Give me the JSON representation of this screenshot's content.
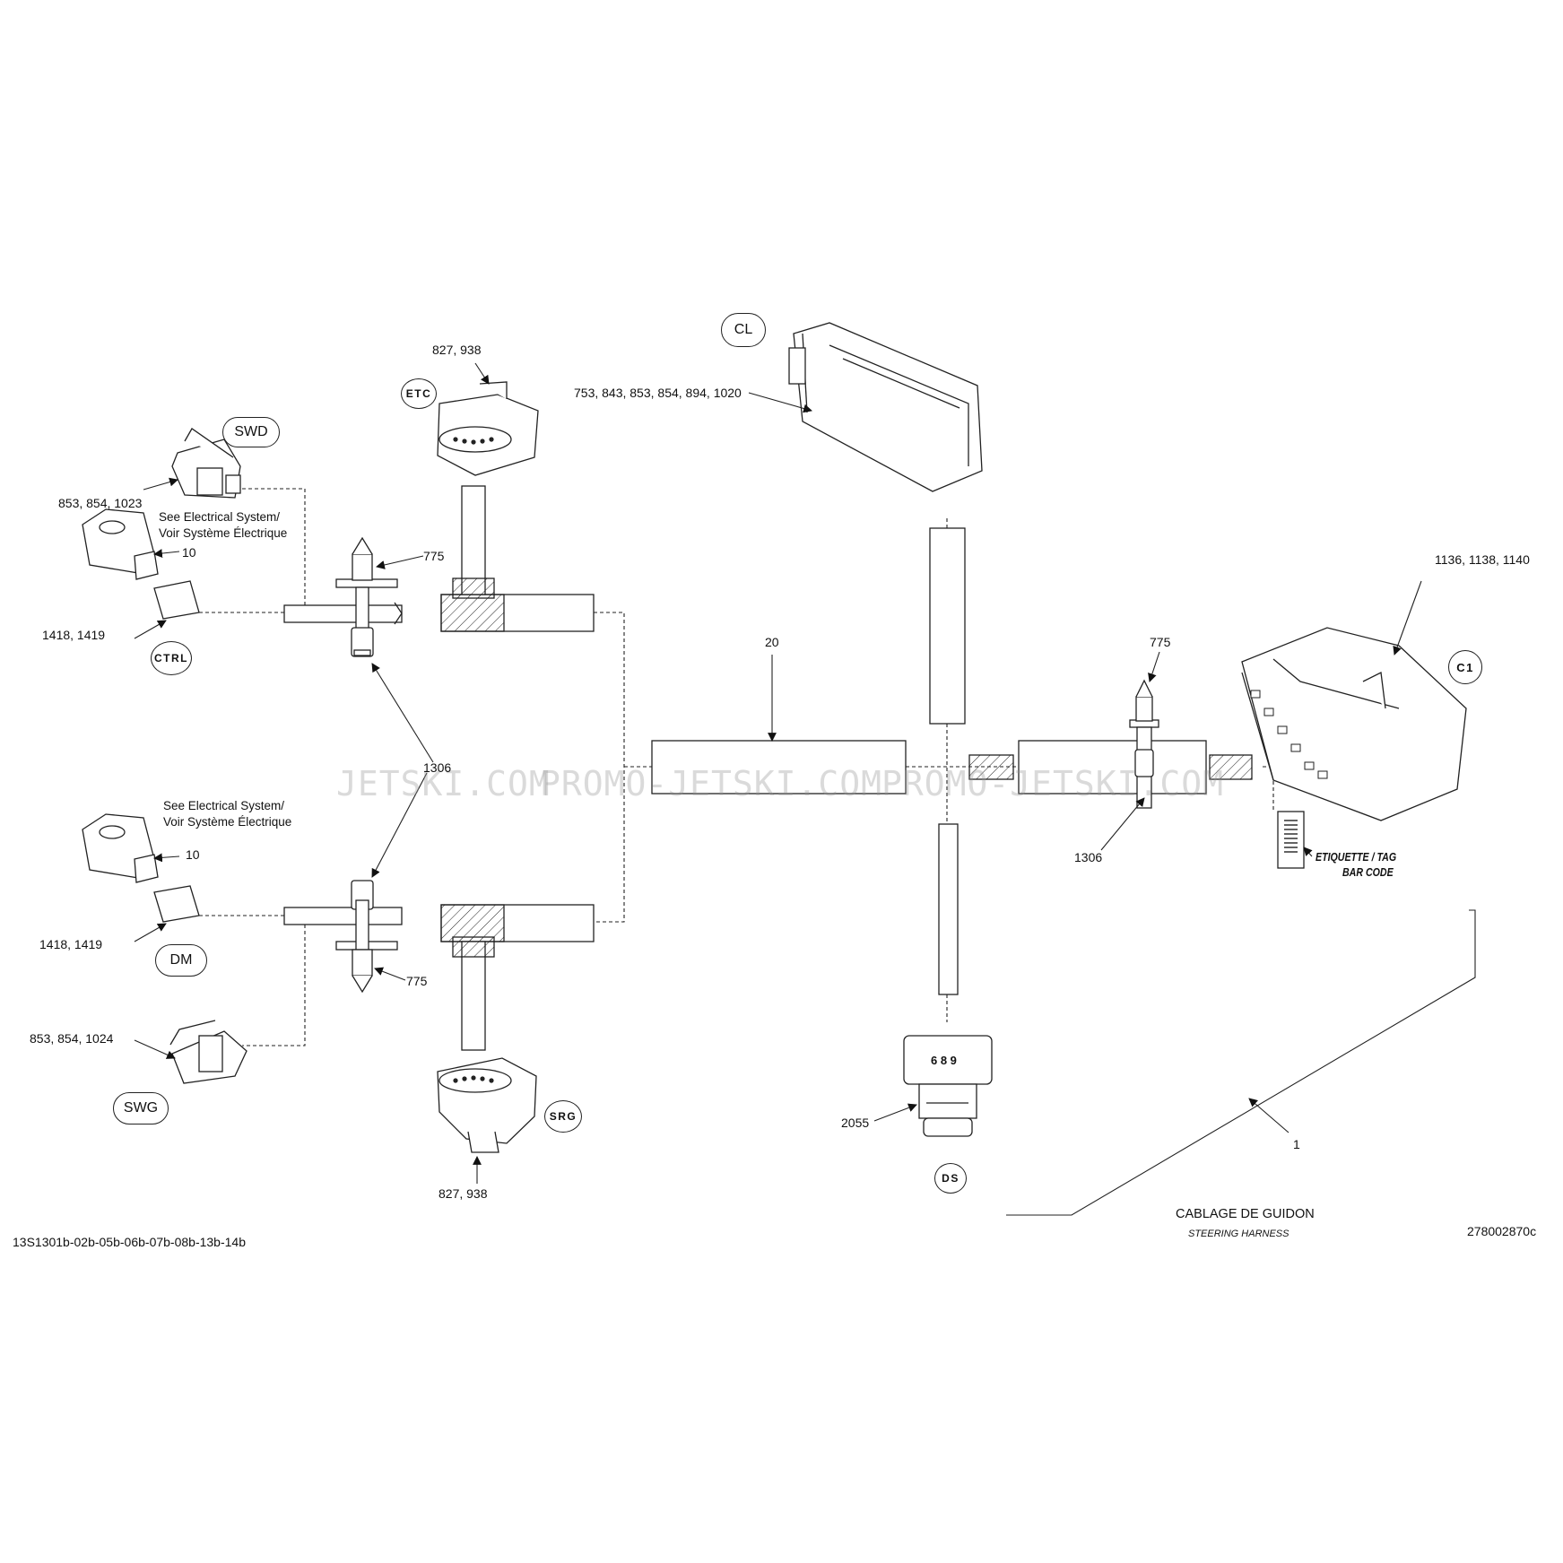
{
  "connectors": {
    "swd": "SWD",
    "etc": "ETC",
    "cl": "CL",
    "ctrl": "CTRL",
    "c1": "C1",
    "dm": "DM",
    "swg": "SWG",
    "srg": "SRG",
    "ds": "DS"
  },
  "callouts": {
    "etc_parts": "827, 938",
    "cl_parts": "753, 843, 853, 854, 894, 1020",
    "swd_parts": "853, 854, 1023",
    "see_top_1": "See Electrical System/",
    "see_top_2": "Voir Système Électrique",
    "ten_top": "10",
    "clip_top": "775",
    "plug_top": "1418, 1419",
    "c1_parts": "1136, 1138, 1140",
    "tube_20": "20",
    "clip_right": "775",
    "tie_mid": "1306",
    "tie_right": "1306",
    "see_bot_1": "See Electrical System/",
    "see_bot_2": "Voir Système Électrique",
    "ten_bot": "10",
    "plug_bot": "1418, 1419",
    "clip_bot": "775",
    "swg_parts": "853, 854, 1024",
    "srg_parts": "827, 938",
    "ds_parts": "2055",
    "ds_numbers": "6 8 9",
    "harness_item": "1"
  },
  "tag": {
    "line1": "ETIQUETTE / TAG",
    "line2": "BAR CODE"
  },
  "title": {
    "fr": "CABLAGE DE GUIDON",
    "en": "STEERING HARNESS"
  },
  "footer": {
    "left_code": "13S1301b-02b-05b-06b-07b-08b-13b-14b",
    "right_code": "278002870c"
  },
  "watermark": {
    "a": "JETSKI.COM",
    "b": "PROMO-JETSKI.COM",
    "c": "PROMO-JETSKI.COM"
  }
}
